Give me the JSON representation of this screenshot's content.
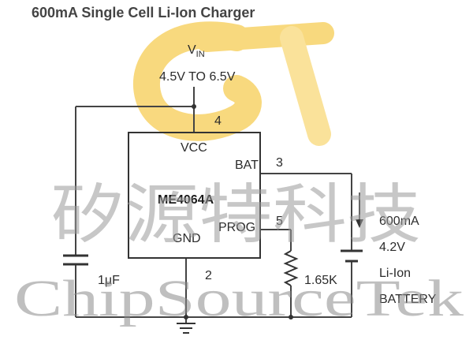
{
  "title": "600mA Single Cell Li-Ion Charger",
  "vin": {
    "symbol": "V",
    "subscript": "IN",
    "range": "4.5V TO 6.5V"
  },
  "chip": {
    "name": "ME4064A",
    "pins": [
      {
        "label": "VCC",
        "number": "4"
      },
      {
        "label": "BAT",
        "number": "3"
      },
      {
        "label": "PROG",
        "number": "5"
      },
      {
        "label": "GND",
        "number": "2"
      }
    ]
  },
  "components": {
    "capacitor_value": "1μF",
    "resistor_value": "1.65K"
  },
  "battery": {
    "current": "600mA",
    "voltage": "4.2V",
    "chemistry": "Li-Ion",
    "type": "BATTERY"
  },
  "watermark": {
    "chinese": "矽源特科技",
    "english": "ChipSourceTek"
  },
  "colors": {
    "wire": "#444444",
    "logo_gold": "#f5c02a"
  }
}
